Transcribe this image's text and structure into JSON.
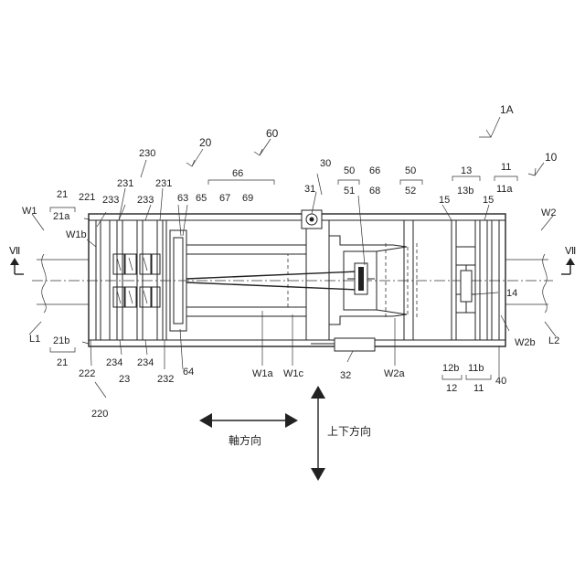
{
  "labels": {
    "device_1A": "1A",
    "unit_10": "10",
    "unit_20": "20",
    "unit_30": "30",
    "unit_60": "60",
    "unit_230": "230",
    "unit_220": "220",
    "wall_W1": "W1",
    "wall_W2": "W2",
    "wall_W1b": "W1b",
    "wall_W2b": "W2b",
    "wall_W1a": "W1a",
    "wall_W1c": "W1c",
    "wall_W2a": "W2a",
    "axis_L1": "L1",
    "axis_L2": "L2",
    "section_left": "Ⅶ",
    "section_right": "Ⅶ",
    "p21_top": "21",
    "p21a": "21a",
    "p221": "221",
    "p233_a": "233",
    "p231_a": "231",
    "p233_b": "233",
    "p231_b": "231",
    "p63": "63",
    "p65": "65",
    "p67": "67",
    "p69": "69",
    "p66_a": "66",
    "p31": "31",
    "p50_a": "50",
    "p51": "51",
    "p66_b": "66",
    "p68": "68",
    "p50_b": "50",
    "p52": "52",
    "p13": "13",
    "p13b": "13b",
    "p11_top": "11",
    "p11a": "11a",
    "p15_a": "15",
    "p15_b": "15",
    "p14": "14",
    "p21b": "21b",
    "p21_bottom": "21",
    "p222": "222",
    "p234_a": "234",
    "p23": "23",
    "p234_b": "234",
    "p232": "232",
    "p64": "64",
    "p32": "32",
    "p12b": "12b",
    "p12": "12",
    "p11b": "11b",
    "p11_bottom": "11",
    "p40": "40",
    "direction_axial": "軸方向",
    "direction_vertical": "上下方向"
  },
  "colors": {
    "line": "#222222",
    "background": "#ffffff"
  },
  "icons": {
    "axial_arrow": "double-headed-horizontal-arrow",
    "vertical_arrow": "double-headed-vertical-arrow",
    "section_arrow": "section-view-arrow-up"
  }
}
